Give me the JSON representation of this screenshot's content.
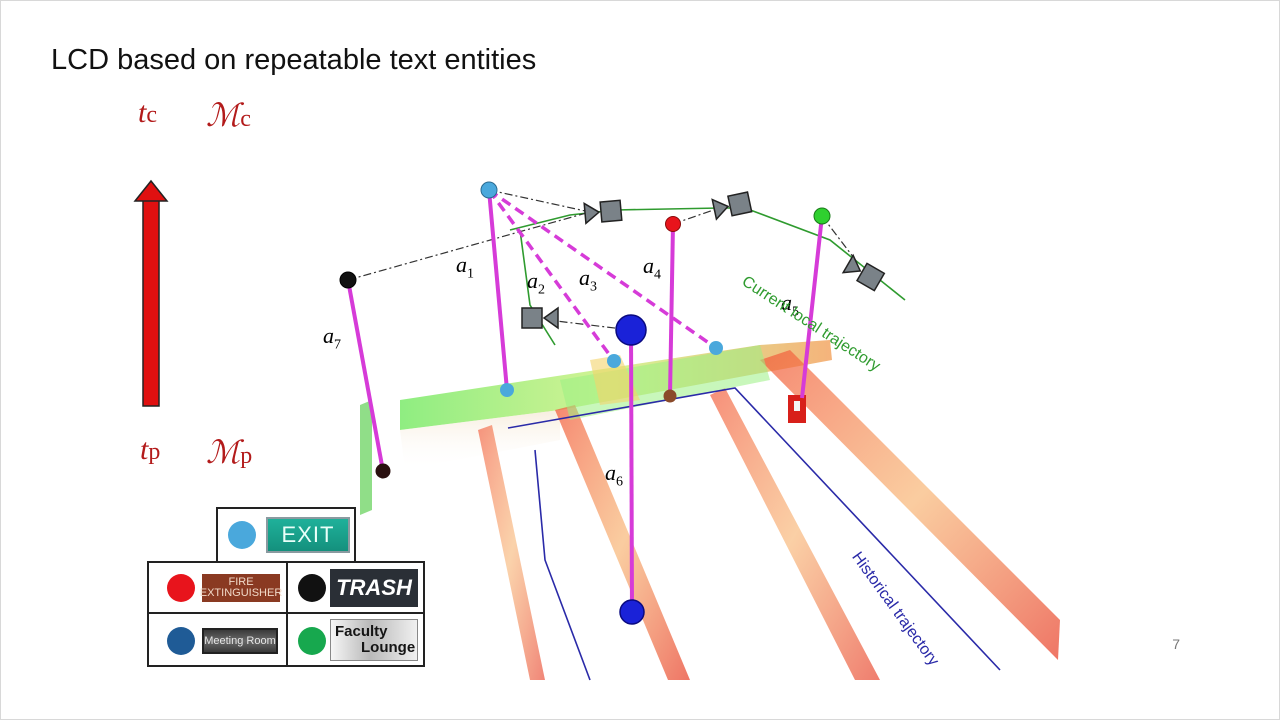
{
  "title": "LCD based on repeatable text entities",
  "time": {
    "top": "t",
    "top_sub": "c",
    "bottom": "t",
    "bottom_sub": "p"
  },
  "maps": {
    "top": "ℳ",
    "top_sub": "c",
    "bottom": "ℳ",
    "bottom_sub": "p"
  },
  "associations": [
    {
      "sym": "a",
      "sub": "1"
    },
    {
      "sym": "a",
      "sub": "2"
    },
    {
      "sym": "a",
      "sub": "3"
    },
    {
      "sym": "a",
      "sub": "4"
    },
    {
      "sym": "a",
      "sub": "5"
    },
    {
      "sym": "a",
      "sub": "6"
    },
    {
      "sym": "a",
      "sub": "7"
    }
  ],
  "trajectory_labels": {
    "current": "Current local trajectory",
    "historical": "Historical trajectory"
  },
  "legend": {
    "exit": "EXIT",
    "fire_line1": "FIRE",
    "fire_line2": "EXTINGUISHER",
    "trash": "TRASH",
    "meeting": "Meeting Room",
    "faculty_line1": "Faculty",
    "faculty_line2": "Lounge"
  },
  "colors": {
    "exit": "#4aa8dc",
    "fire": "#e8141c",
    "trash": "#111111",
    "meeting": "#1f5b96",
    "faculty": "#17a84e",
    "association": "#d63bd8",
    "arrow": "#e01010",
    "current_trajectory": "#2f9b2f",
    "historical_trajectory": "#2a2aa8"
  },
  "page_number": "7"
}
